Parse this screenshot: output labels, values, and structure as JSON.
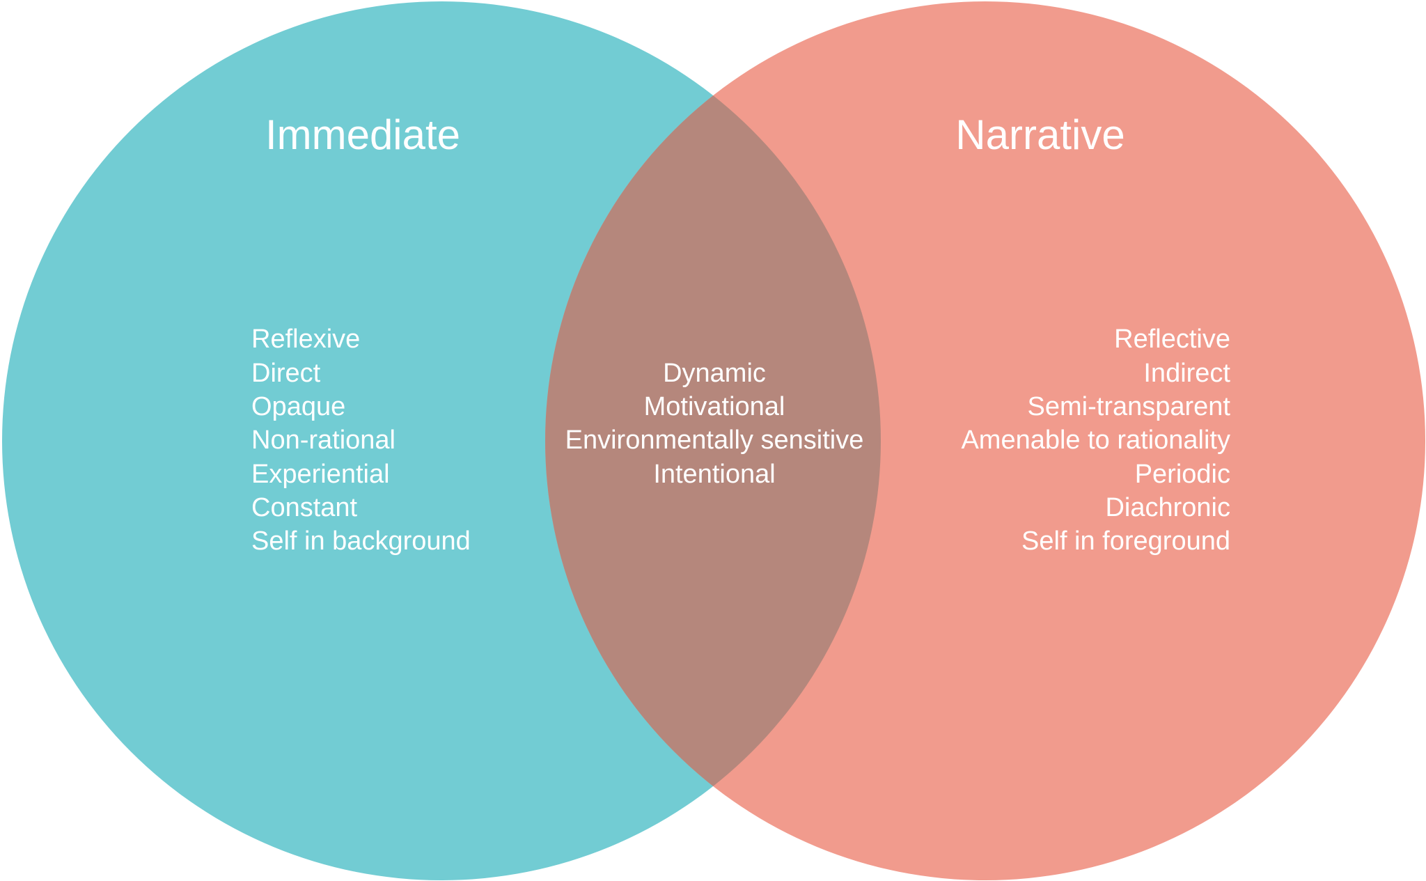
{
  "diagram": {
    "left_set": {
      "title": "Immediate",
      "color": "#72CCD3",
      "items": [
        "Reflexive",
        "Direct",
        "Opaque",
        "Non-rational",
        "Experiential",
        "Constant",
        "Self in background"
      ]
    },
    "right_set": {
      "title": "Narrative",
      "color": "#F19B8D",
      "items": [
        "Reflective",
        "Indirect",
        "Semi-transparent",
        "Amenable to rationality",
        "Periodic",
        "Diachronic",
        "Self in foreground"
      ]
    },
    "intersection": {
      "color": "#B5877C",
      "items": [
        "Dynamic",
        "Motivational",
        "Environmentally sensitive",
        "Intentional"
      ]
    }
  }
}
